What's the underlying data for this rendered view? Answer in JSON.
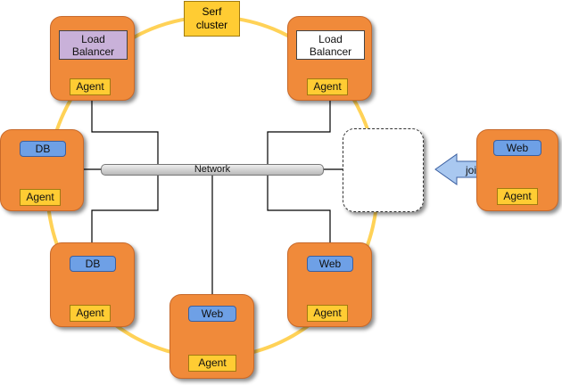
{
  "cluster_label": "Serf\ncluster",
  "network_label": "Network",
  "join_label": "join",
  "agent_label": "Agent",
  "nodes": {
    "lb_left": {
      "service": "Load\nBalancer"
    },
    "lb_right": {
      "service": "Load\nBalancer"
    },
    "db_left": {
      "service": "DB"
    },
    "db_bottom": {
      "service": "DB"
    },
    "web_bottom": {
      "service": "Web"
    },
    "web_right": {
      "service": "Web"
    },
    "web_new": {
      "service": "Web"
    }
  },
  "colors": {
    "node": "#f08a3a",
    "agent": "#ffcc33",
    "service": "#6ea0e6",
    "ring": "#ffd257",
    "load_balancer_left": "#c9b1d9",
    "load_balancer_right": "#ffffff",
    "join_arrow": "#a9c8f0"
  }
}
